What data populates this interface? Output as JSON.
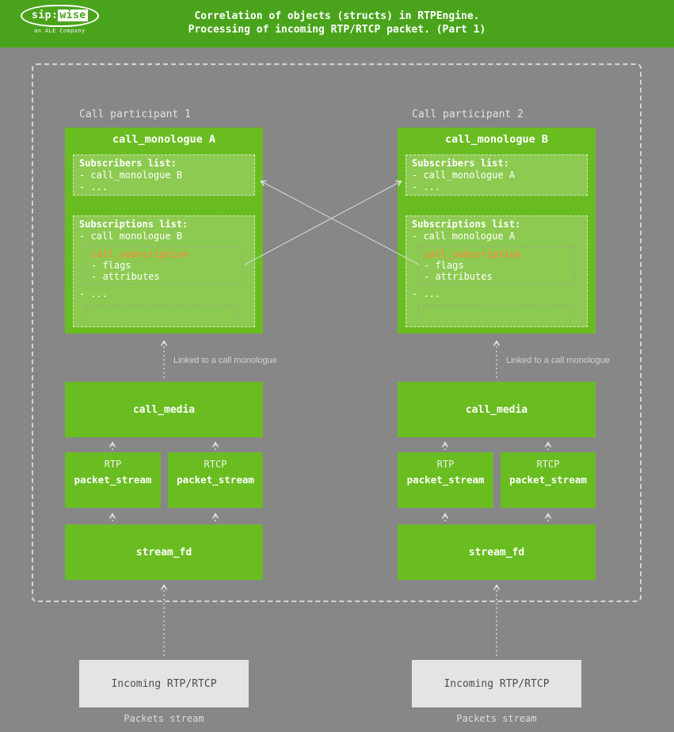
{
  "header": {
    "title_line1": "Correlation of objects (structs) in RTPEngine.",
    "title_line2": "Processing of incoming RTP/RTCP packet. (Part 1)",
    "logo_sip": "sip:",
    "logo_wise": "wise",
    "logo_subtitle": "an ALE Company"
  },
  "colors": {
    "header_green": "#4aa41b",
    "box_green": "#69bd20",
    "inner_box_green": "#8dca51",
    "subscription_title_orange": "#e09a3e",
    "background_gray": "#878787",
    "incoming_box_gray": "#e4e4e4"
  },
  "participants": [
    {
      "label": "Call participant 1",
      "monologue": {
        "title": "call_monologue A",
        "subscribers_title": "Subscribers list:",
        "subscribers_item": "- call_monologue B",
        "subscribers_more": "- ...",
        "subscriptions_title": "Subscriptions list:",
        "subscriptions_item": "- call monologue B",
        "subscription_title": "call_subscription",
        "subscription_field1": "- flags",
        "subscription_field2": "- attributes",
        "subscriptions_more": "- ..."
      },
      "linked_label": "Linked to a call monologue",
      "media_label": "call_media",
      "rtp_label": "RTP",
      "rtcp_label": "RTCP",
      "packet_stream_label": "packet_stream",
      "stream_fd_label": "stream_fd",
      "incoming_label": "Incoming RTP/RTCP",
      "packets_label": "Packets stream"
    },
    {
      "label": "Call participant 2",
      "monologue": {
        "title": "call_monologue B",
        "subscribers_title": "Subscribers list:",
        "subscribers_item": "- call_monologue A",
        "subscribers_more": "- ...",
        "subscriptions_title": "Subscriptions list:",
        "subscriptions_item": "- call monologue A",
        "subscription_title": "call_subscription",
        "subscription_field1": "- flags",
        "subscription_field2": "- attributes",
        "subscriptions_more": "- ..."
      },
      "linked_label": "Linked to a call monologue",
      "media_label": "call_media",
      "rtp_label": "RTP",
      "rtcp_label": "RTCP",
      "packet_stream_label": "packet_stream",
      "stream_fd_label": "stream_fd",
      "incoming_label": "Incoming RTP/RTCP",
      "packets_label": "Packets stream"
    }
  ]
}
